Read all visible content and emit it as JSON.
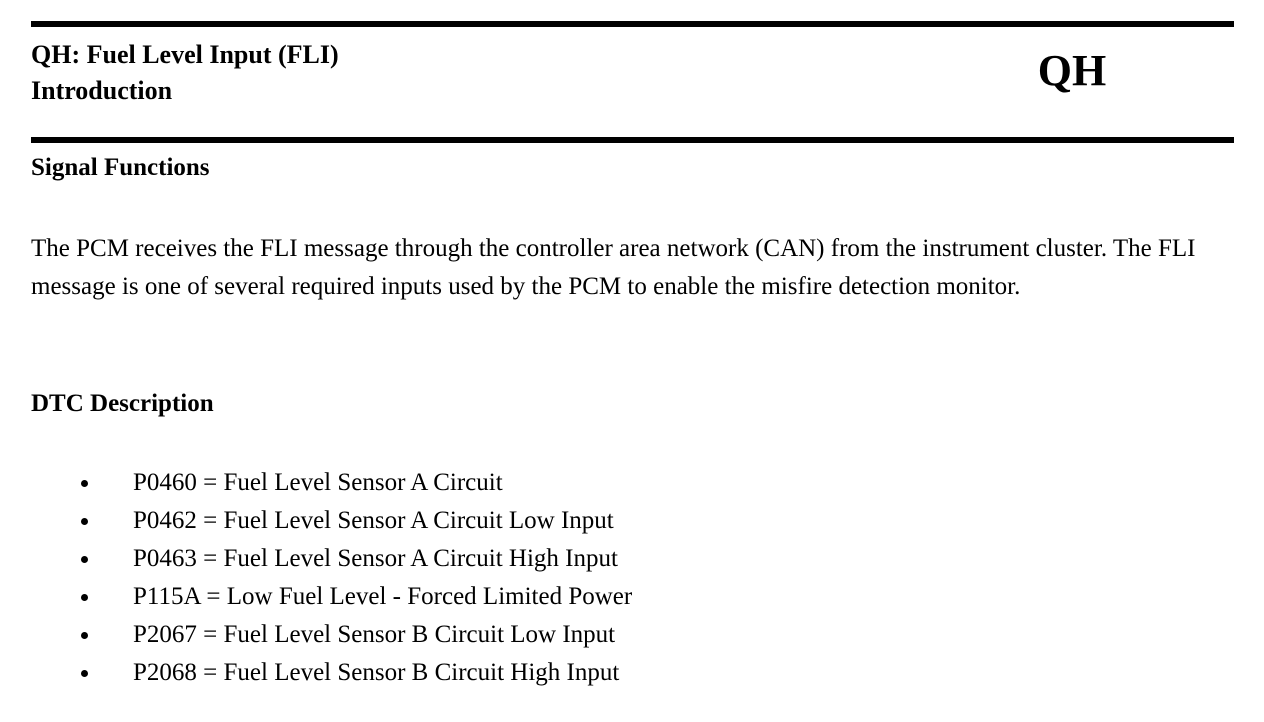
{
  "document": {
    "header": {
      "title_line1": "QH: Fuel Level Input (FLI)",
      "title_line2": "Introduction",
      "section_tab": "QH"
    },
    "sections": [
      {
        "heading": "Signal Functions",
        "paragraph": "The PCM receives the FLI message through the controller area network (CAN) from the instrument cluster. The FLI message is one of several required inputs used by the PCM to enable the misfire detection monitor."
      },
      {
        "heading": "DTC Description",
        "items": [
          "P0460 = Fuel Level Sensor A Circuit",
          "P0462 = Fuel Level Sensor A Circuit Low Input",
          "P0463 = Fuel Level Sensor A Circuit High Input",
          "P115A = Low Fuel Level - Forced Limited Power",
          "P2067 = Fuel Level Sensor B Circuit Low Input",
          "P2068 = Fuel Level Sensor B Circuit High Input"
        ]
      }
    ],
    "colors": {
      "text": "#000000",
      "background": "#ffffff",
      "rule": "#000000"
    }
  }
}
